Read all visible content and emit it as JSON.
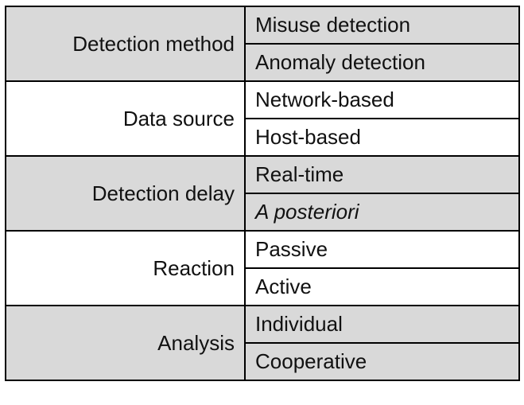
{
  "groups": [
    {
      "criterion": "Detection method",
      "options": [
        {
          "label": "Misuse detection",
          "italic": false
        },
        {
          "label": "Anomaly detection",
          "italic": false
        }
      ],
      "shade": "#d9d9d9"
    },
    {
      "criterion": "Data source",
      "options": [
        {
          "label": "Network-based",
          "italic": false
        },
        {
          "label": "Host-based",
          "italic": false
        }
      ],
      "shade": "#ffffff"
    },
    {
      "criterion": "Detection delay",
      "options": [
        {
          "label": "Real-time",
          "italic": false
        },
        {
          "label": "A posteriori",
          "italic": true
        }
      ],
      "shade": "#d9d9d9"
    },
    {
      "criterion": "Reaction",
      "options": [
        {
          "label": "Passive",
          "italic": false
        },
        {
          "label": "Active",
          "italic": false
        }
      ],
      "shade": "#ffffff"
    },
    {
      "criterion": "Analysis",
      "options": [
        {
          "label": "Individual",
          "italic": false
        },
        {
          "label": "Cooperative",
          "italic": false
        }
      ],
      "shade": "#d9d9d9"
    }
  ]
}
